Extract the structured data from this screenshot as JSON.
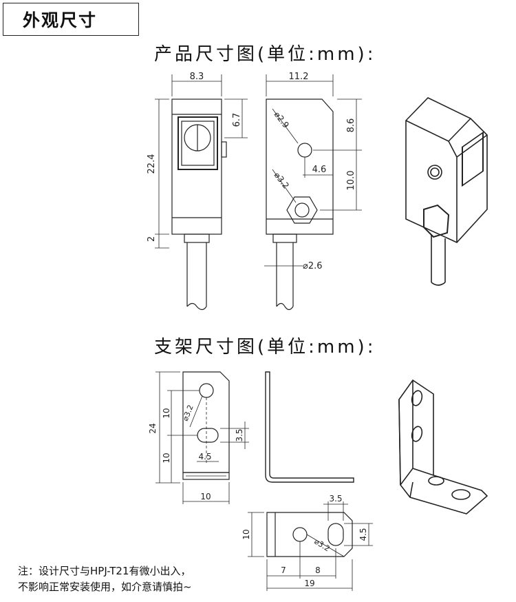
{
  "section_title": "外观尺寸",
  "product_heading": "产品尺寸图(单位:mm):",
  "bracket_heading": "支架尺寸图(单位:mm):",
  "product_dims": {
    "width": "8.3",
    "depth": "11.2",
    "height": "22.4",
    "lens_offset": "6.7",
    "base": "2",
    "hole_top_dia": "⌀2.9",
    "top_to_hole": "8.6",
    "hole_offset": "4.6",
    "hole_spacing": "10.0",
    "hole_bottom_dia": "⌀3.2",
    "cable_dia": "⌀2.6"
  },
  "bracket_dims": {
    "total_height": "24",
    "upper": "10",
    "lower": "10",
    "hole_dia": "⌀3.2",
    "slot_height": "3.5",
    "slot_offset": "4.5",
    "width": "10",
    "base_slot": "3.5",
    "base_height": "10",
    "base_slot_h": "4.5",
    "base_hole_dia": "⌀3.2",
    "seg_a": "7",
    "seg_b": "8",
    "total_len": "19"
  },
  "note_lines": [
    "注：设计尺寸与HPJ-T21有微小出入，",
    "不影响正常安装使用，如介意请慎拍~"
  ]
}
